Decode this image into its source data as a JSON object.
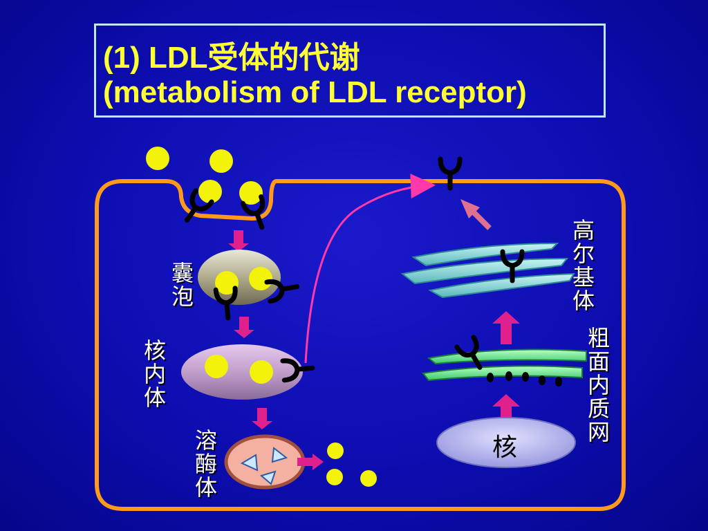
{
  "title": {
    "line1": "(1)  LDL受体的代谢",
    "line2": "(metabolism of LDL receptor)"
  },
  "labels": {
    "vesicle": "囊泡",
    "endosome": "核内体",
    "lysosome": "溶酶体",
    "golgi": "高尔基体",
    "rer": "粗面内质网",
    "nucleus": "核"
  },
  "colors": {
    "background": "#0d0db0",
    "title_text": "#ffff33",
    "membrane": "#ff9a1a",
    "ldl_particle": "#f2f20a",
    "arrow": "#e0208c",
    "golgi": "#7fd6d6",
    "rer": "#66e88a",
    "nucleus": "#b8b8f0"
  },
  "icons": [
    "ldl-particle",
    "ldl-receptor-y-shape",
    "lysosome-enzyme-triangle"
  ]
}
